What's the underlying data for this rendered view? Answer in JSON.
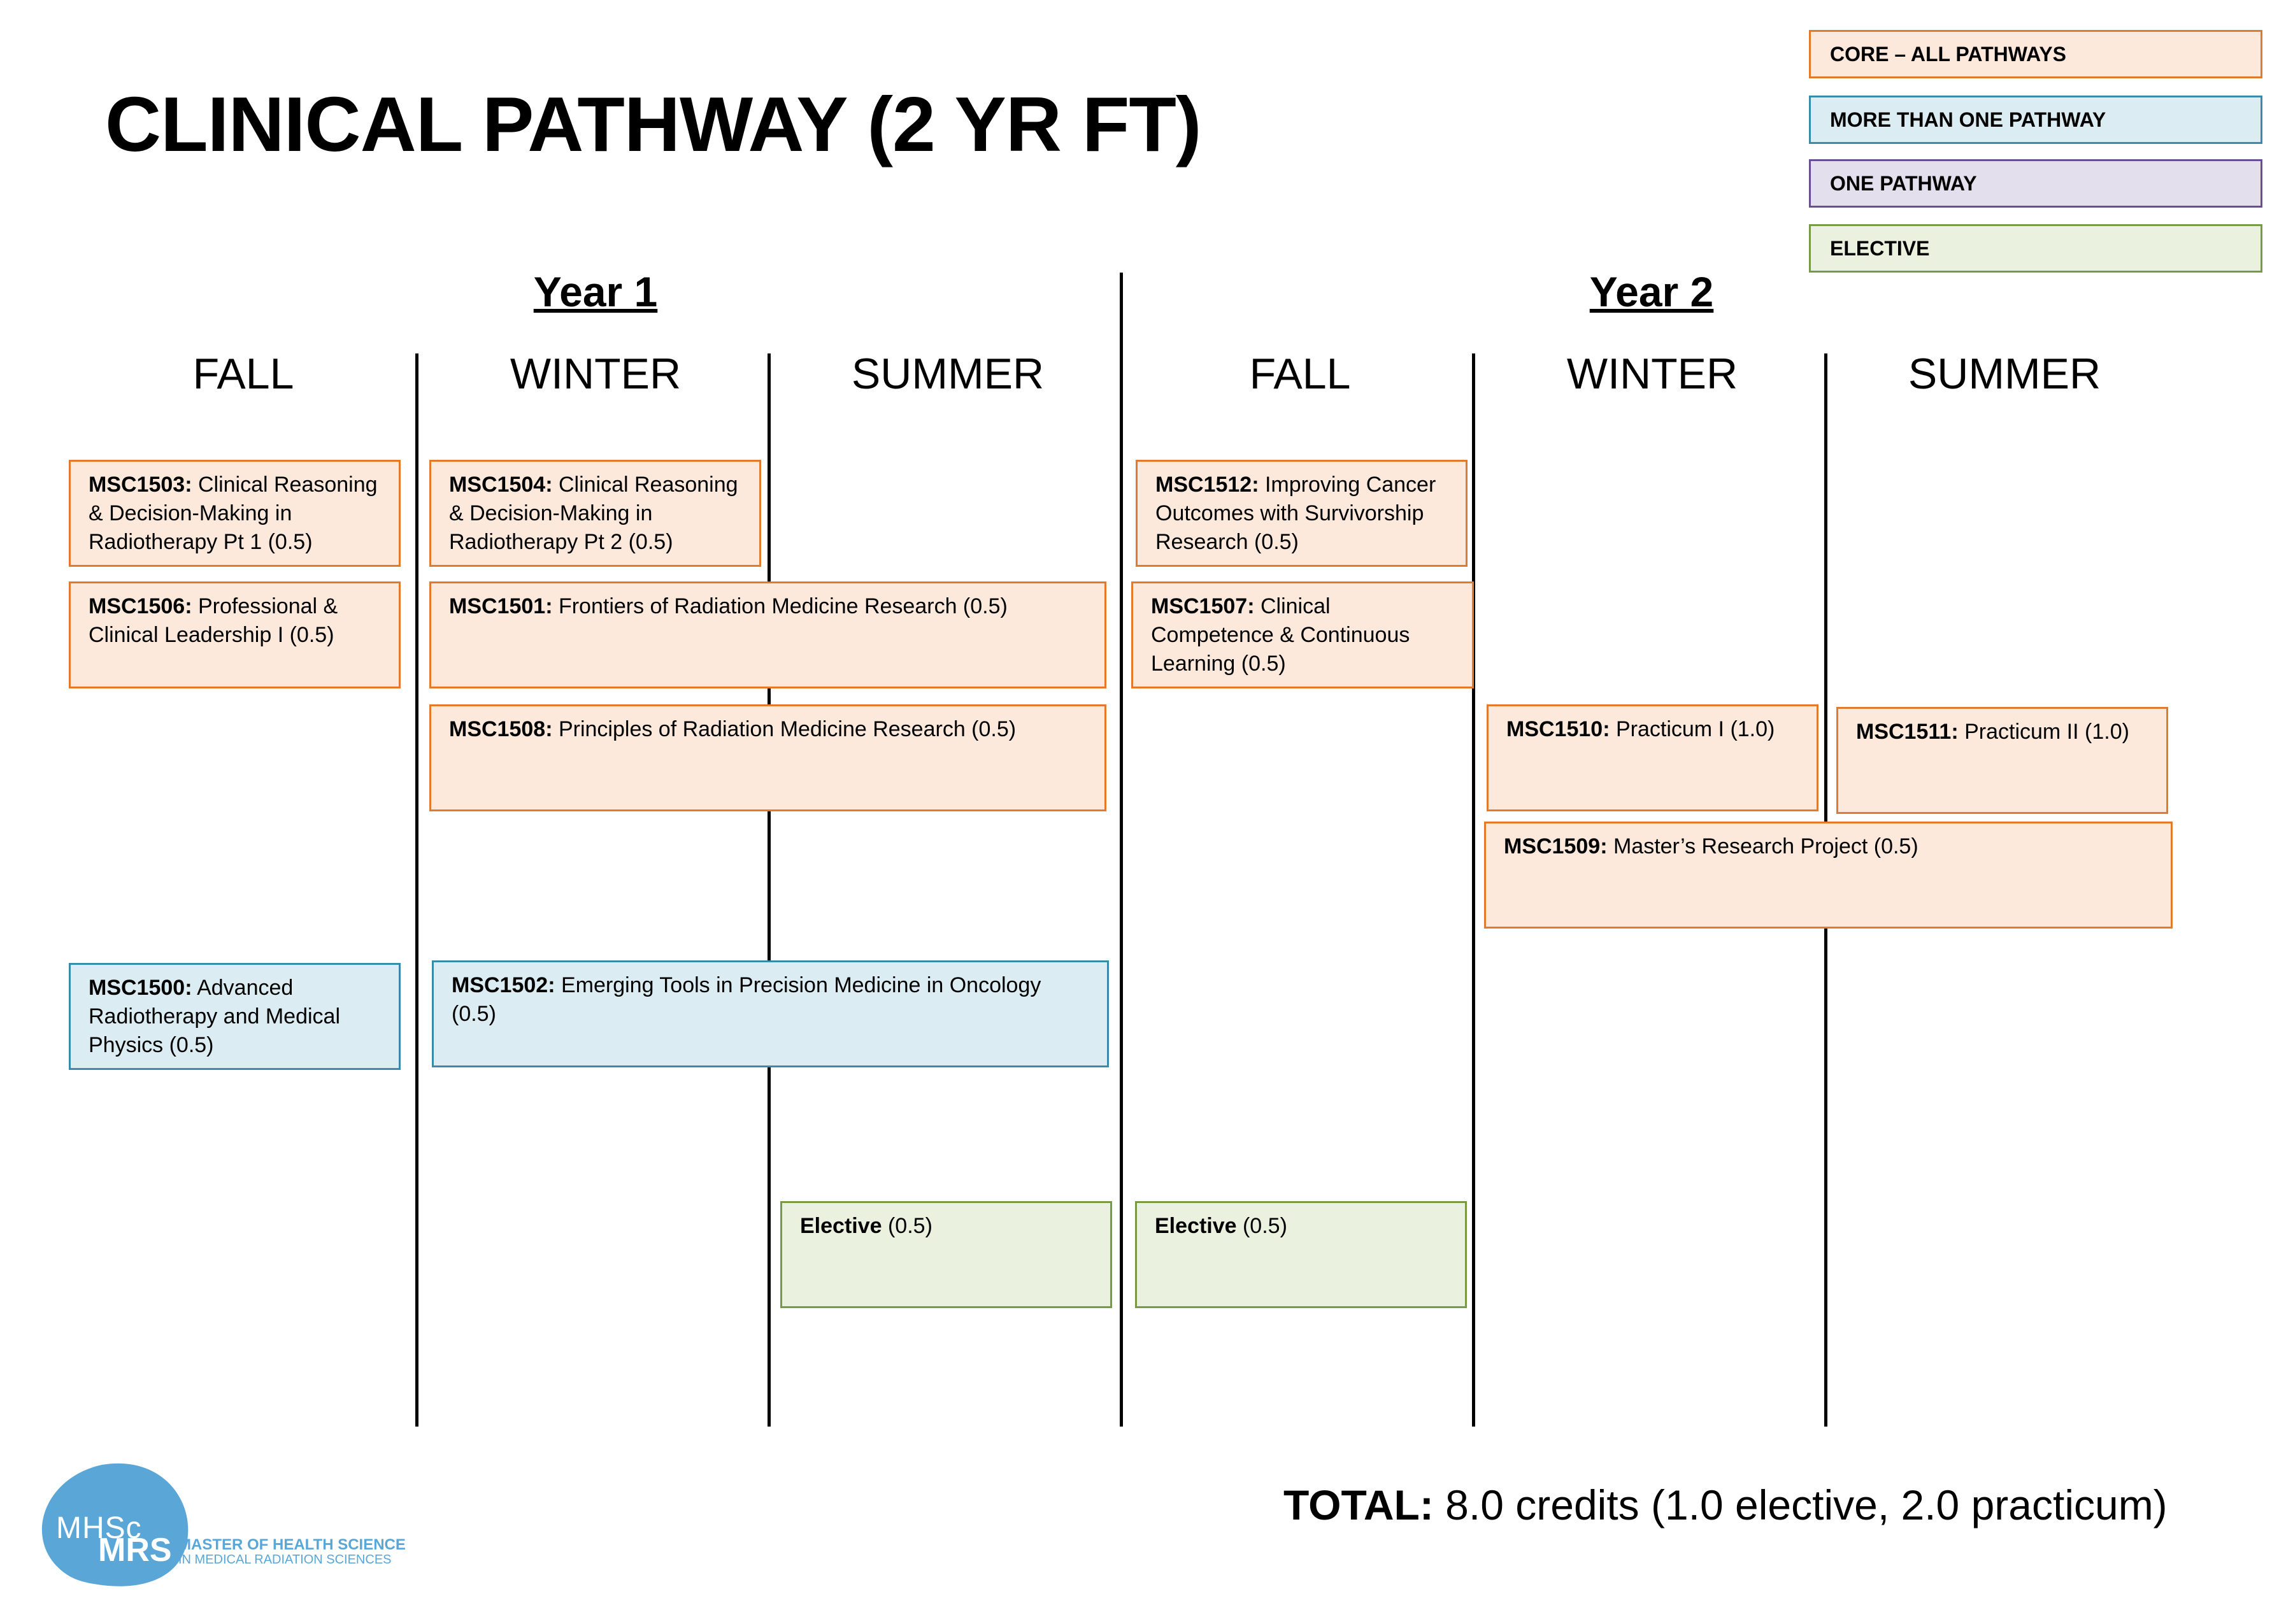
{
  "title": "CLINICAL PATHWAY (2 YR FT)",
  "legend": [
    {
      "label": "CORE – ALL PATHWAYS",
      "color": "#fde9dc",
      "border": "#e27a2e"
    },
    {
      "label": "MORE THAN ONE PATHWAY",
      "color": "#dbedf3",
      "border": "#3a8aaa"
    },
    {
      "label": "ONE PATHWAY",
      "color": "#e4dfec",
      "border": "#6a4e93"
    },
    {
      "label": "ELECTIVE",
      "color": "#ebf1df",
      "border": "#779b45"
    }
  ],
  "years": [
    "Year 1",
    "Year 2"
  ],
  "terms": [
    "FALL",
    "WINTER",
    "SUMMER",
    "FALL",
    "WINTER",
    "SUMMER"
  ],
  "courses": {
    "msc1503": {
      "code": "MSC1503:",
      "text": " Clinical Reasoning & Decision-Making in Radiotherapy Pt 1 (0.5)"
    },
    "msc1504": {
      "code": "MSC1504:",
      "text": " Clinical Reasoning & Decision-Making in Radiotherapy Pt 2 (0.5)"
    },
    "msc1512": {
      "code": "MSC1512:",
      "text": " Improving Cancer Outcomes with Survivorship Research (0.5)"
    },
    "msc1506": {
      "code": "MSC1506:",
      "text": " Professional & Clinical Leadership  I (0.5)"
    },
    "msc1501": {
      "code": "MSC1501:",
      "text": " Frontiers of Radiation Medicine Research (0.5)"
    },
    "msc1507": {
      "code": "MSC1507:",
      "text": " Clinical Competence & Continuous Learning (0.5)"
    },
    "msc1508": {
      "code": "MSC1508:",
      "text": " Principles of Radiation Medicine Research (0.5)"
    },
    "msc1510": {
      "code": "MSC1510:",
      "text": " Practicum I (1.0)"
    },
    "msc1511": {
      "code": "MSC1511:",
      "text": " Practicum II (1.0)"
    },
    "msc1509": {
      "code": "MSC1509:",
      "text": " Master’s Research Project (0.5)"
    },
    "msc1500": {
      "code": "MSC1500:",
      "text": " Advanced Radiotherapy and Medical Physics (0.5)"
    },
    "msc1502": {
      "code": "MSC1502:",
      "text": " Emerging Tools in Precision Medicine in Oncology (0.5)"
    },
    "elective1": {
      "code": "Elective",
      "text": " (0.5)"
    },
    "elective2": {
      "code": "Elective",
      "text": " (0.5)"
    }
  },
  "total": {
    "label": "TOTAL:",
    "value": " 8.0 credits (1.0 elective, 2.0 practicum)"
  },
  "logo": {
    "mark_top": "MHSc",
    "mark_bottom": "MRS",
    "line1": "MASTER OF HEALTH SCIENCE",
    "line2": "IN MEDICAL RADIATION SCIENCES"
  }
}
